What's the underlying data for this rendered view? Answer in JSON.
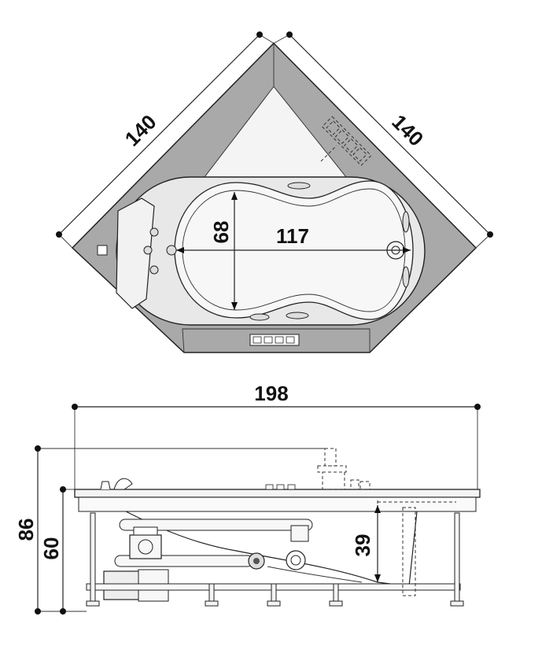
{
  "dimensions": {
    "top_left_side": "140",
    "top_right_side": "140",
    "basin_width": "68",
    "basin_length": "117",
    "overall_length": "198",
    "overall_height": "86",
    "rim_height": "60",
    "basin_depth": "39"
  },
  "colors": {
    "deck": "#a9a9a9",
    "basin": "#f4f4f4",
    "line": "#222222"
  }
}
